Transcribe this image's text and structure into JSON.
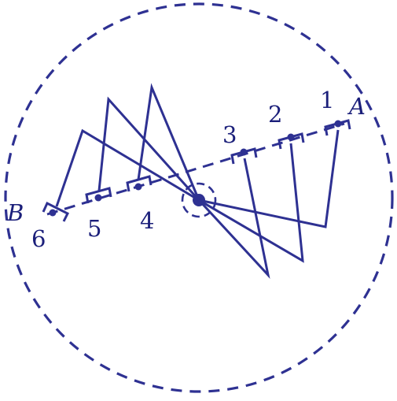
{
  "colors": {
    "stroke": "#2e3192",
    "text": "#1b1f7a",
    "background": "#ffffff"
  },
  "labels": {
    "point_a": "A",
    "point_b": "B",
    "n1": "1",
    "n2": "2",
    "n3": "3",
    "n4": "4",
    "n5": "5",
    "n6": "6"
  }
}
